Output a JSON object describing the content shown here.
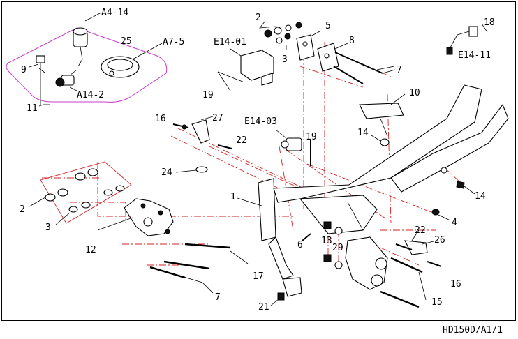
{
  "drawing_ref": "HD150D/A1/1",
  "callouts": {
    "a4_14": "A4-14",
    "p25": "25",
    "a7_5": "A7-5",
    "p9": "9",
    "a14_2": "A14-2",
    "p11": "11",
    "p2_top": "2",
    "p3_top": "3",
    "p5": "5",
    "p8": "8",
    "p7_top": "7",
    "e14_01": "E14-01",
    "p19_top": "19",
    "p18": "18",
    "e14_11": "E14-11",
    "p10": "10",
    "p14_upper": "14",
    "p14_right": "14",
    "p16_left": "16",
    "p27": "27",
    "p22_left": "22",
    "e14_03": "E14-03",
    "p19_mid": "19",
    "p24": "24",
    "p1": "1",
    "p2_left": "2",
    "p3_left": "3",
    "p12": "12",
    "p6": "6",
    "p13": "13",
    "p29": "29",
    "p4": "4",
    "p22_right": "22",
    "p26": "26",
    "p17": "17",
    "p16_right": "16",
    "p15": "15",
    "p7_bottom": "7",
    "p21": "21"
  }
}
